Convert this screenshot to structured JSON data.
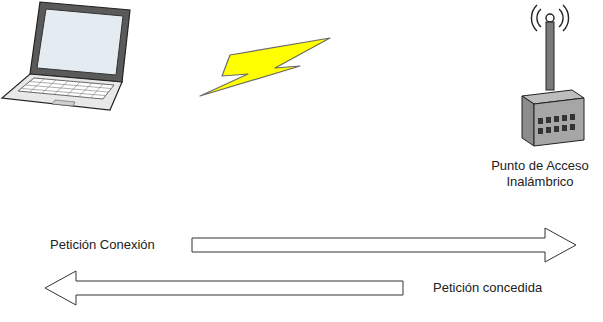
{
  "diagram": {
    "labels": [
      "Punto de Acceso Inalámbrico",
      "Petición Conexión",
      "Petición concedida"
    ]
  }
}
